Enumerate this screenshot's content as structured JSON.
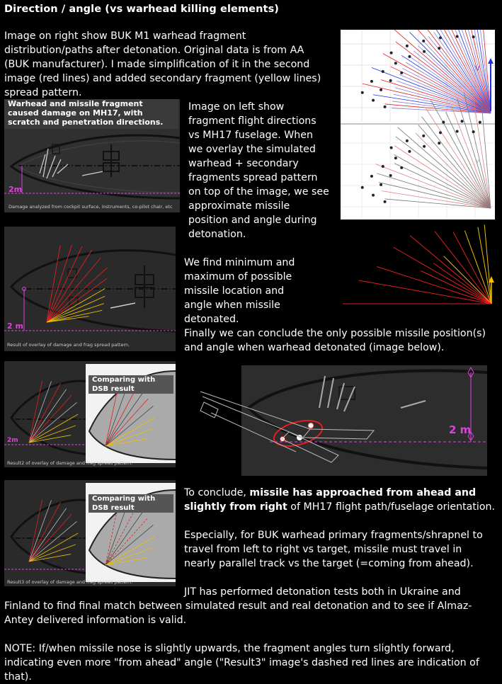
{
  "title": "Direction / angle (vs warhead killing elements)",
  "paragraphs": {
    "p1": "Image on right show BUK M1 warhead fragment distribution/paths after detonation. Original data is from AA (BUK manufacturer). I made simplification of it in the second image (red lines) and added secondary fragment (yellow lines) spread pattern.",
    "p2": "Image on left show fragment flight directions vs MH17 fuselage. When we overlay the simulated warhead + secondary fragments spread pattern on top of the image, we see approximate missile position and angle during detonation.",
    "p3": "We find minimum and maximum of possible missile location and angle when missile detonated.",
    "p4": "Finally we can conclude the only possible missile position(s) and angle when warhead detonated (image below).",
    "p5_pre": "To conclude, ",
    "p5_bold": "missile has approached from ahead and slightly from right",
    "p5_post": " of MH17 flight path/fuselage orientation.",
    "p6": "Especially, for BUK warhead primary fragments/shrapnel to travel from left to right vs target, missile must travel in nearly parallel track vs the target (=coming from ahead).",
    "p7": "JIT has performed detonation tests both in Ukraine and Finland to find final match between simulated result and real detonation and to see if Almaz-Antey delivered information is valid.",
    "p8": "NOTE: If/when missile nose is slightly upwards, the fragment angles turn slightly forward, indicating even more \"from ahead\" angle (\"Result3\" image's dashed red lines are indication of that)."
  },
  "images": {
    "damage_header": "Warhead and missile fragment caused damage on MH17, with scratch and penetration directions.",
    "damage_caption": "Damage analyzed from cockpit surface, instruments, co-pilot chair, etc",
    "overlay_caption": "Result of overlay of damage and frag spread pattern.",
    "result2_caption": "Result2 of overlay of damage and frag spread pattern.",
    "result3_caption": "Result3 of overlay of damage and frag spread pattern.",
    "dsb_label": "Comparing with DSB result",
    "scale_label": "2 m",
    "scale_label_small": "2m",
    "velocity_label": "V"
  },
  "colors": {
    "red": "#e02020",
    "yellow": "#f0c000",
    "magenta": "#e040e0",
    "blue": "#2030e0"
  }
}
